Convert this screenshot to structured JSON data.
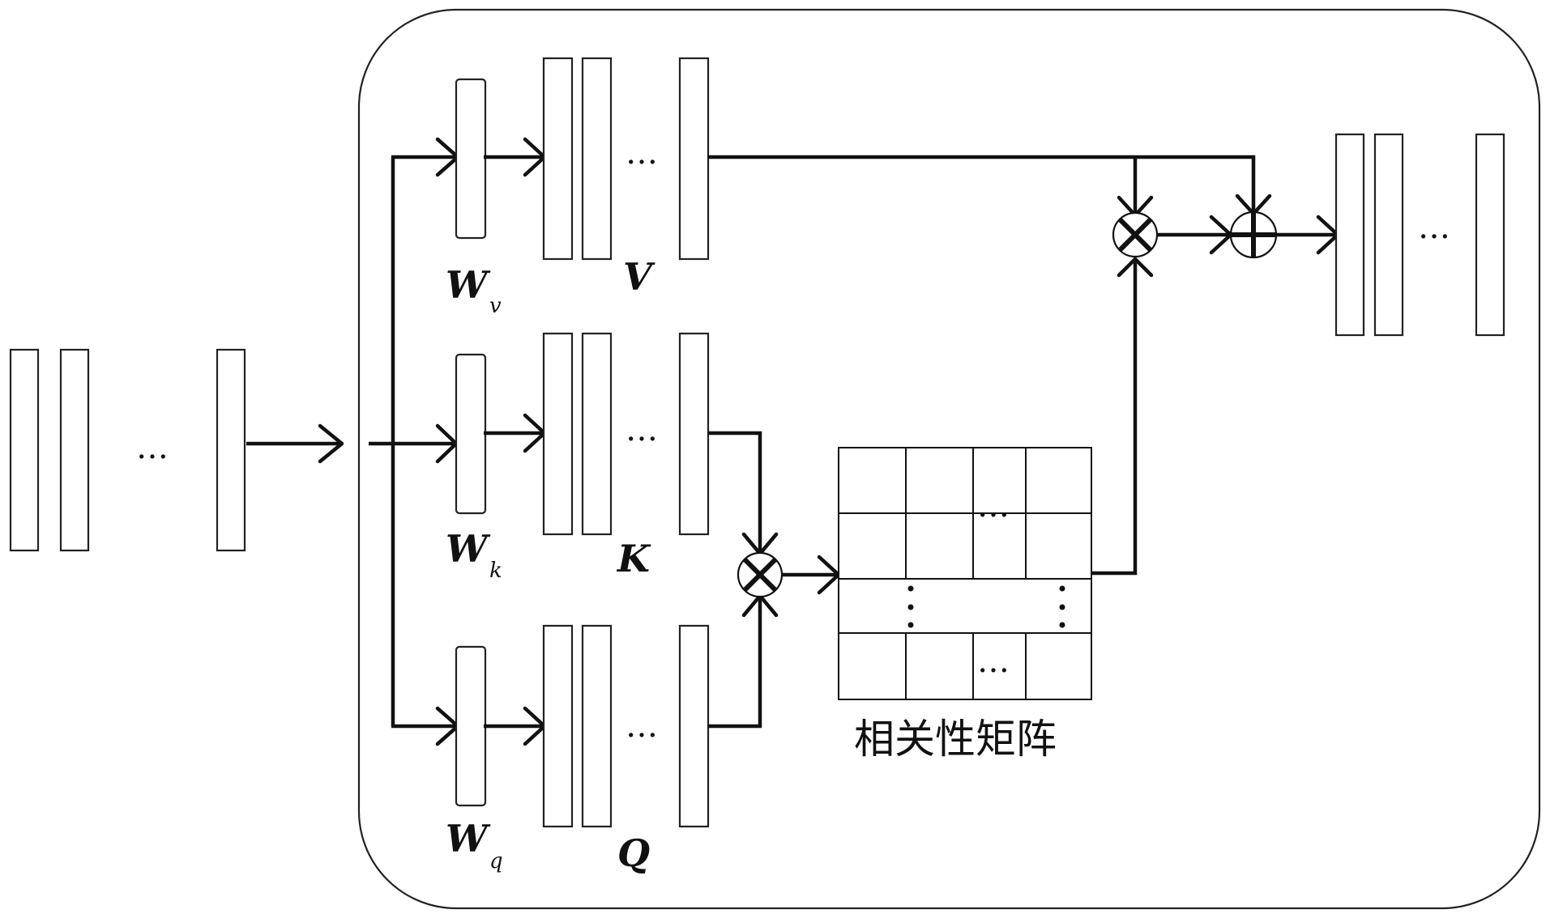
{
  "labels": {
    "wv_main": "W",
    "wv_sub": "v",
    "wk_main": "W",
    "wk_sub": "k",
    "wq_main": "W",
    "wq_sub": "q",
    "v": "V",
    "k": "K",
    "q": "Q",
    "matrix_caption": "相关性矩阵"
  },
  "ellipsis": "…",
  "colors": {
    "stroke": "#111111",
    "background": "#ffffff"
  }
}
